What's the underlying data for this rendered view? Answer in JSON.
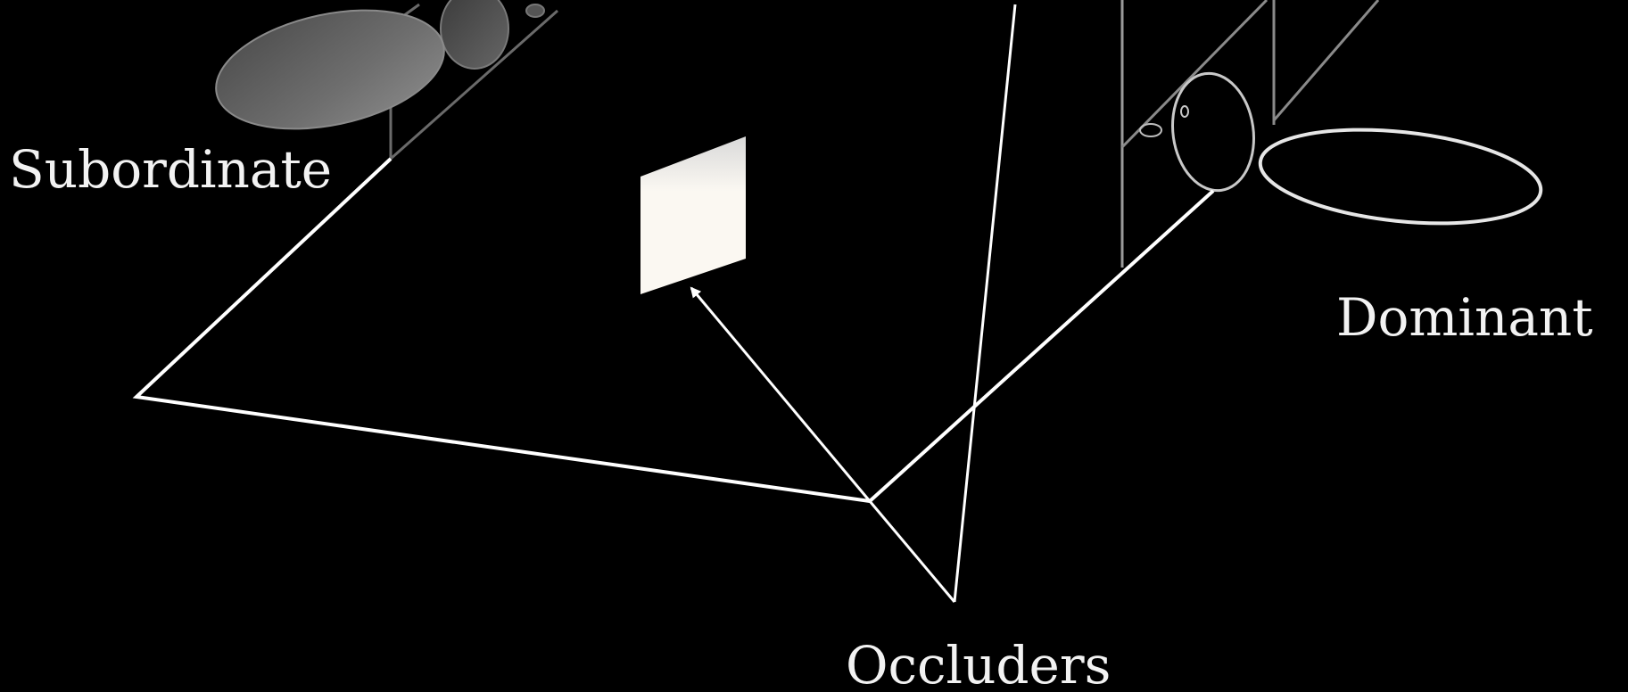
{
  "labels": {
    "subordinate": "Subordinate",
    "dominant": "Dominant",
    "occluders": "Occluders"
  },
  "colors": {
    "background": "#000000",
    "line": "#ffffff",
    "text": "#f2f2f2",
    "occluder_fill": "#fbf8f2",
    "dim_line": "#8a8a8a",
    "gray_shape": "#6e6e6e"
  }
}
